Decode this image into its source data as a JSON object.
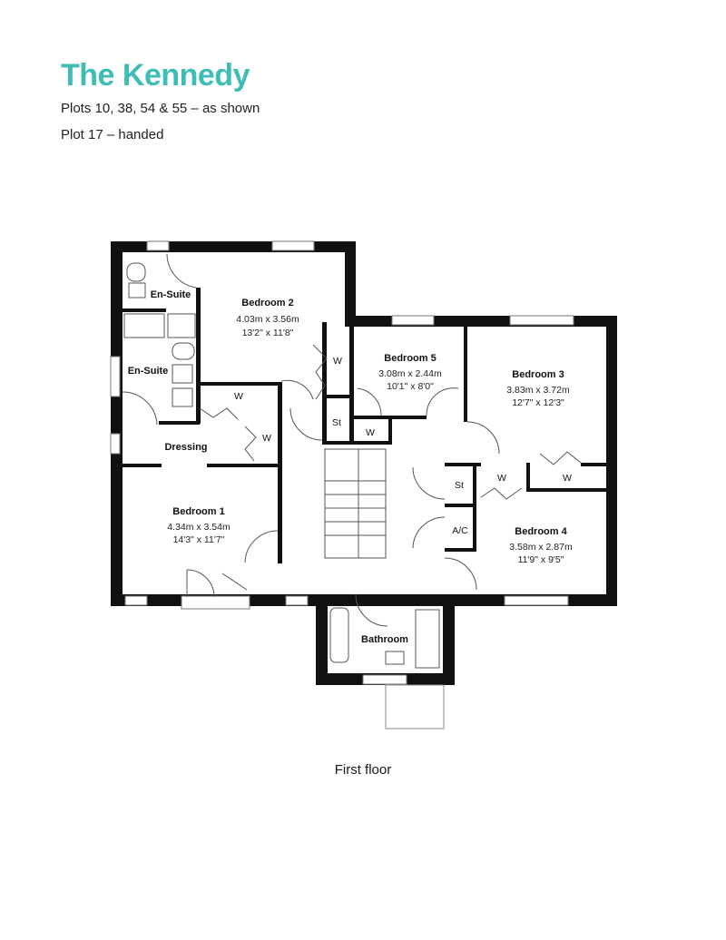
{
  "header": {
    "title": "The Kennedy",
    "plots_shown": "Plots 10, 38, 54 & 55 – as shown",
    "plots_handed": "Plot 17 – handed",
    "accent_color": "#3dbdb5"
  },
  "rooms": {
    "bedroom2": {
      "name": "Bedroom 2",
      "metric": "4.03m x 3.56m",
      "imperial": "13'2\" x 11'8\""
    },
    "bedroom5": {
      "name": "Bedroom 5",
      "metric": "3.08m x 2.44m",
      "imperial": "10'1\" x 8'0\""
    },
    "bedroom3": {
      "name": "Bedroom 3",
      "metric": "3.83m x 3.72m",
      "imperial": "12'7\" x 12'3\""
    },
    "bedroom1": {
      "name": "Bedroom 1",
      "metric": "4.34m x 3.54m",
      "imperial": "14'3\" x 11'7\""
    },
    "bedroom4": {
      "name": "Bedroom 4",
      "metric": "3.58m x 2.87m",
      "imperial": "11'9\" x 9'5\""
    },
    "ensuite1": "En-Suite",
    "ensuite2": "En-Suite",
    "dressing": "Dressing",
    "bathroom": "Bathroom",
    "wardrobe": "W",
    "store": "St",
    "airing": "A/C"
  },
  "caption": "First floor"
}
